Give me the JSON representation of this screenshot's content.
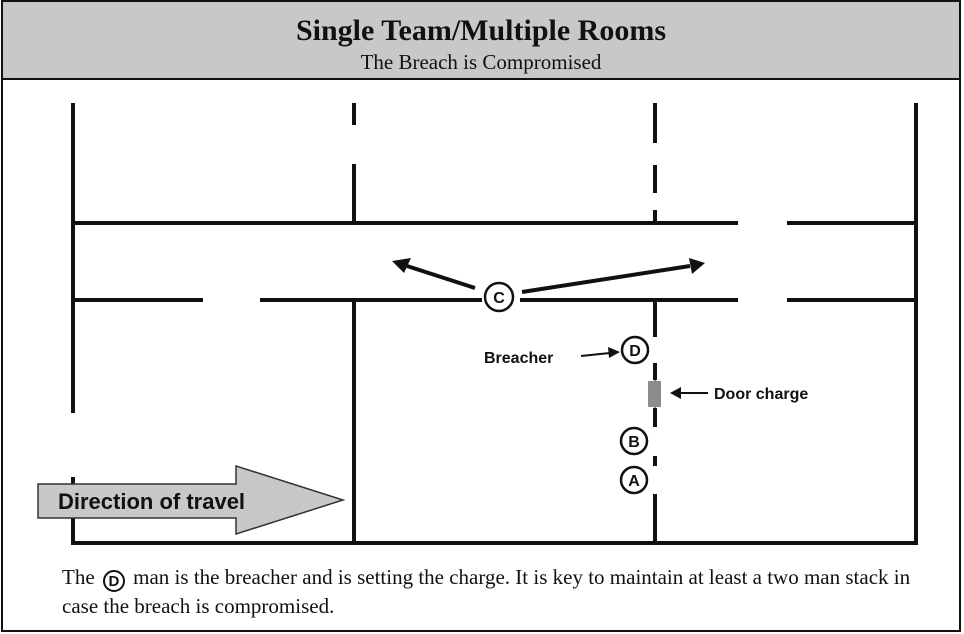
{
  "header": {
    "title": "Single Team/Multiple Rooms",
    "subtitle": "The Breach is Compromised"
  },
  "diagram": {
    "positions": {
      "a": "A",
      "b": "B",
      "c": "C",
      "d": "D"
    },
    "labels": {
      "breacher": "Breacher",
      "door_charge": "Door charge",
      "direction": "Direction of travel"
    },
    "colors": {
      "header_bg": "#c8c8c8",
      "charge": "#8c8c8c",
      "arrow_fill": "#c8c8c8",
      "walls": "#111111"
    }
  },
  "caption": {
    "before": "The",
    "letter": "D",
    "after": "man is the breacher and is setting the charge. It is key to maintain at least a two man stack in case the breach is compromised."
  }
}
